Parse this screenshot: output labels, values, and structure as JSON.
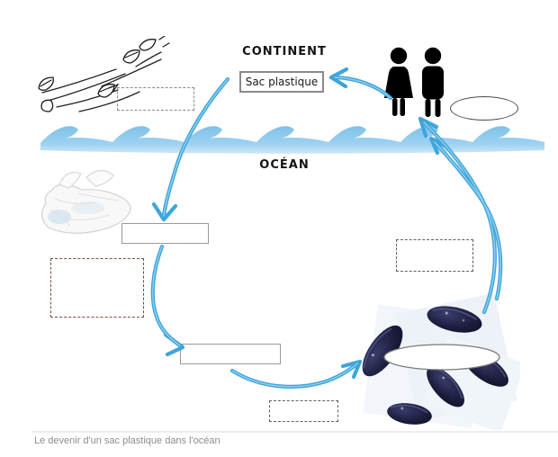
{
  "title_labels": {
    "continent": "CONTINENT",
    "ocean": "OCÉAN"
  },
  "boxes": {
    "sac_plastique": "Sac plastique",
    "blanks": [
      {
        "name": "blank-wind-debris",
        "style": "dashed",
        "value": ""
      },
      {
        "name": "blank-under-bag",
        "style": "solid",
        "value": ""
      },
      {
        "name": "blank-left-middle",
        "style": "dashed",
        "value": ""
      },
      {
        "name": "blank-fragments",
        "style": "solid",
        "value": ""
      },
      {
        "name": "blank-bottom-middle",
        "style": "dashed",
        "value": ""
      },
      {
        "name": "blank-right-middle",
        "style": "dashed",
        "value": ""
      }
    ]
  },
  "ovals": [
    {
      "name": "oval-blank-next-to-people"
    },
    {
      "name": "oval-blank-over-mussels"
    }
  ],
  "caption": "Le devenir d'un sac plastique dans l'océan",
  "figures": {
    "wind_debris": "wind-blown-debris-sketch",
    "people": "two-people-silhouettes",
    "plastic_bag": "plastic-bag-photo",
    "mussels": "mussels-photo",
    "wave": "ocean-wave-border"
  },
  "colors": {
    "arrow_blue": "#3EA5DB",
    "arrow_highlight": "#9AD4F0",
    "wave_blue": "#8FC9EC",
    "silhouette_black": "#000000",
    "mussel_navy": "#191b38",
    "caption_gray": "#8c8c8c"
  }
}
